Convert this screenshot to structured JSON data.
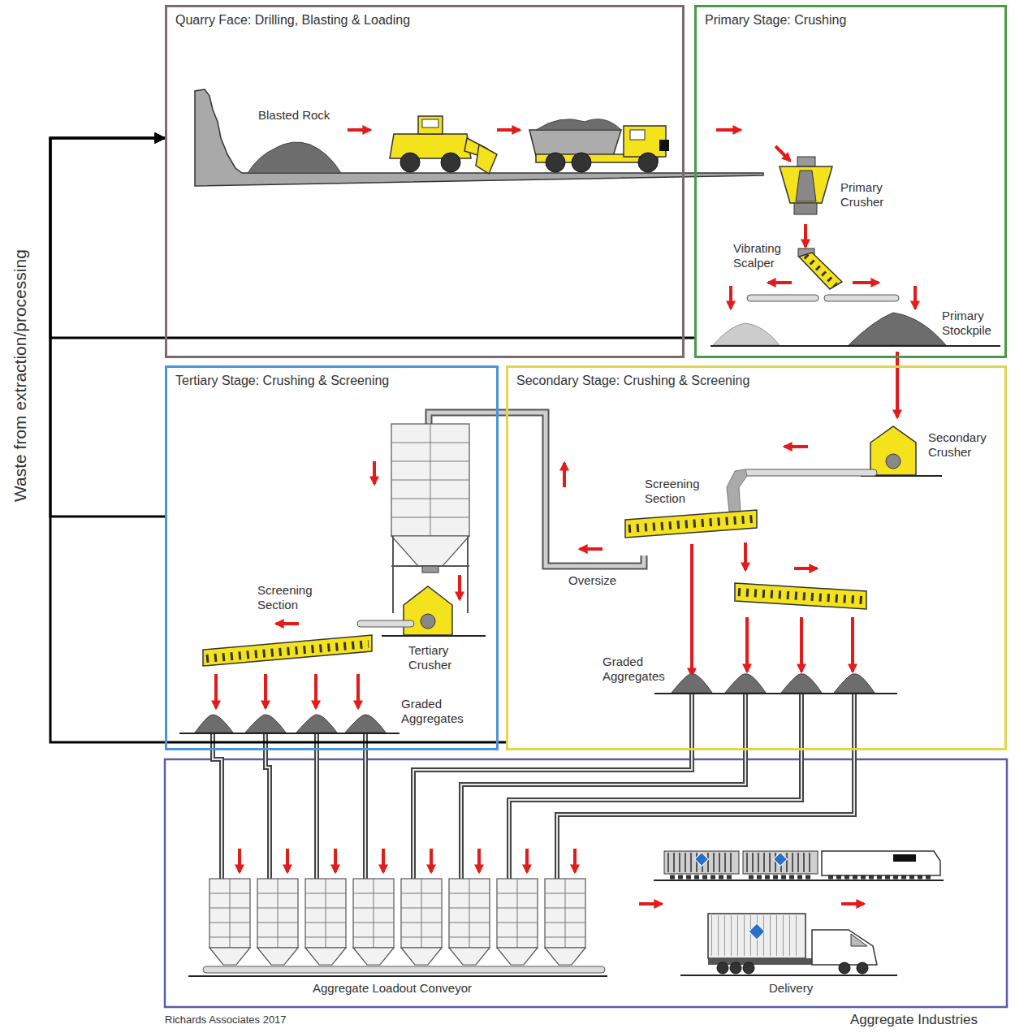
{
  "diagram": {
    "nodes": [
      {
        "text": [
          "Quarry Face: Drilling, Blasting & Loading"
        ]
      },
      {
        "text": [
          "Primary Stage: Crushing"
        ]
      },
      {
        "text": [
          "Tertiary Stage: Crushing & Screening"
        ]
      },
      {
        "text": [
          "Secondary Stage: Crushing & Screening"
        ]
      }
    ],
    "edges": [
      {
        "from": 1,
        "to": 0,
        "arrow": "to"
      },
      {
        "from": 2,
        "to": 0,
        "arrow": "to"
      },
      {
        "from": 3,
        "to": 0,
        "arrow": "to"
      }
    ],
    "labels": [
      "Waste from extraction/processing",
      "Blasted Rock",
      "Primary Crusher",
      "Vibrating Scalper",
      "Primary Stockpile",
      "Secondary Crusher",
      "Screening Section",
      "Oversize",
      "Graded Aggregates",
      "Screening Section",
      "Tertiary Crusher",
      "Graded Aggregates",
      "Aggregate Loadout Conveyor",
      "Delivery",
      "Richards Associates 2017",
      "Aggregate Industries"
    ]
  }
}
